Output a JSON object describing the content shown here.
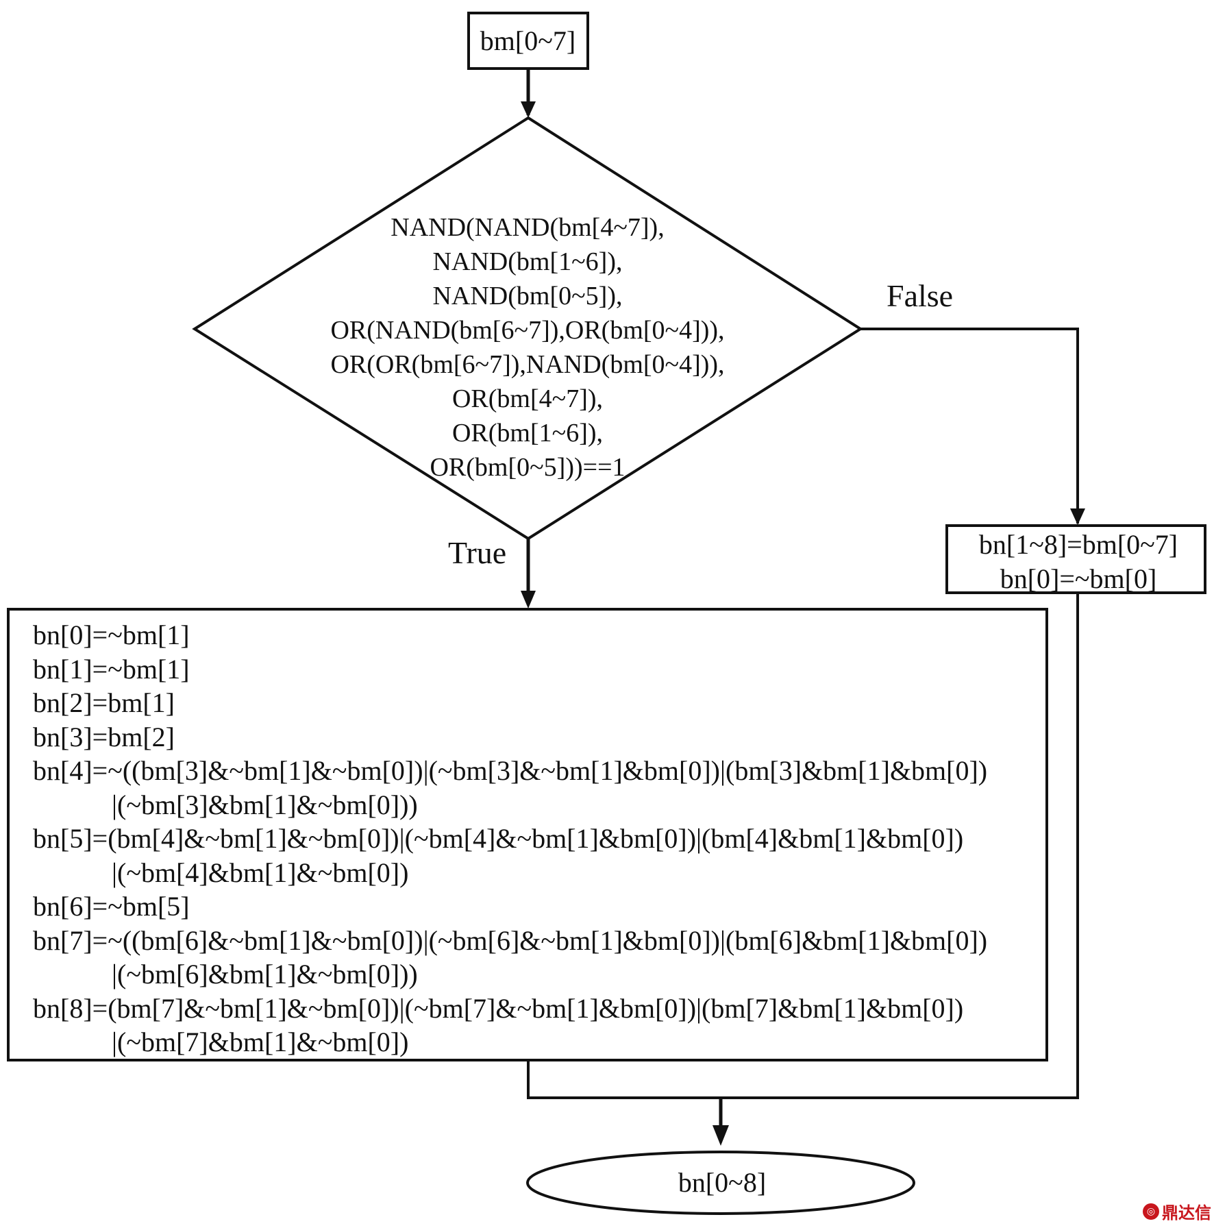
{
  "start": {
    "label": "bm[0~7]"
  },
  "decision": {
    "lines": [
      "NAND(NAND(bm[4~7]),",
      "NAND(bm[1~6]),",
      "NAND(bm[0~5]),",
      "OR(NAND(bm[6~7]),OR(bm[0~4])),",
      "OR(OR(bm[6~7]),NAND(bm[0~4])),",
      "OR(bm[4~7]),",
      "OR(bm[1~6]),",
      "OR(bm[0~5]))==1"
    ]
  },
  "branches": {
    "false_label": "False",
    "true_label": "True"
  },
  "false_box": {
    "lines": [
      "bn[1~8]=bm[0~7]",
      "bn[0]=~bm[0]"
    ]
  },
  "true_box": {
    "lines": [
      "bn[0]=~bm[1]",
      "bn[1]=~bm[1]",
      "bn[2]=bm[1]",
      "bn[3]=bm[2]",
      "bn[4]=~((bm[3]&~bm[1]&~bm[0])|(~bm[3]&~bm[1]&bm[0])|(bm[3]&bm[1]&bm[0])",
      "|(~bm[3]&bm[1]&~bm[0]))",
      "bn[5]=(bm[4]&~bm[1]&~bm[0])|(~bm[4]&~bm[1]&bm[0])|(bm[4]&bm[1]&bm[0])",
      "|(~bm[4]&bm[1]&~bm[0])",
      "bn[6]=~bm[5]",
      "bn[7]=~((bm[6]&~bm[1]&~bm[0])|(~bm[6]&~bm[1]&bm[0])|(bm[6]&bm[1]&bm[0])",
      "|(~bm[6]&bm[1]&~bm[0]))",
      "bn[8]=(bm[7]&~bm[1]&~bm[0])|(~bm[7]&~bm[1]&bm[0])|(bm[7]&bm[1]&bm[0])",
      "|(~bm[7]&bm[1]&~bm[0])"
    ]
  },
  "end": {
    "label": "bn[0~8]"
  },
  "watermark": {
    "text": "鼎达信",
    "color": "#c8161d",
    "icon": "logo-mark-icon"
  },
  "colors": {
    "stroke": "#111111",
    "background": "#ffffff"
  }
}
